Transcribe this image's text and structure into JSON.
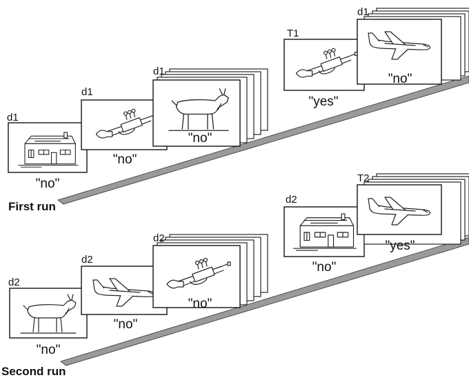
{
  "runs": [
    {
      "label": "First run",
      "cards": [
        {
          "tag": "d1",
          "picture": "house",
          "response": "\"no\""
        },
        {
          "tag": "d1",
          "picture": "trumpet",
          "response": "\"no\""
        },
        {
          "tag": "d1",
          "picture": "goat",
          "response": "\"no\""
        },
        {
          "tag": "T1",
          "picture": "trumpet",
          "response": "\"yes\""
        },
        {
          "tag": "d1",
          "picture": "airplane",
          "response": "\"no\""
        }
      ]
    },
    {
      "label": "Second run",
      "cards": [
        {
          "tag": "d2",
          "picture": "goat",
          "response": "\"no\""
        },
        {
          "tag": "d2",
          "picture": "airplane",
          "response": "\"no\""
        },
        {
          "tag": "d2",
          "picture": "trumpet",
          "response": "\"no\""
        },
        {
          "tag": "d2",
          "picture": "house",
          "response": "\"no\""
        },
        {
          "tag": "T2",
          "picture": "airplane",
          "response": "\"yes\""
        }
      ]
    }
  ],
  "colors": {
    "wedge": "#9a9a9a",
    "stroke": "#111111",
    "background": "#ffffff"
  }
}
